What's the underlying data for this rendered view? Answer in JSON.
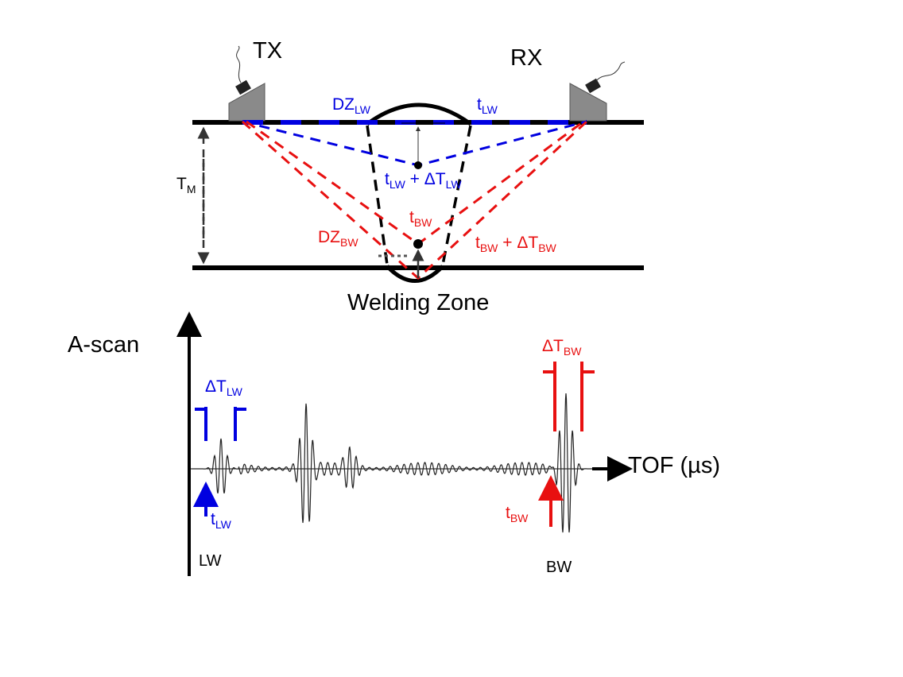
{
  "colors": {
    "blue": "#0000e0",
    "red": "#e81010",
    "black": "#000000",
    "gray": "#808080"
  },
  "top": {
    "tx": "TX",
    "rx": "RX",
    "dz_lw": {
      "main": "DZ",
      "sub": "LW"
    },
    "t_lw": {
      "main": "t",
      "sub": "LW"
    },
    "t_lw_dt": {
      "t": "t",
      "tsub": "LW",
      "plus": " + ΔT",
      "dsub": "LW"
    },
    "t_bw": {
      "main": "t",
      "sub": "BW"
    },
    "dz_bw": {
      "main": "DZ",
      "sub": "BW"
    },
    "t_bw_dt": {
      "t": "t",
      "tsub": "BW",
      "plus": " + ΔT",
      "dsub": "BW"
    },
    "tm": {
      "main": "T",
      "sub": "M"
    },
    "welding_zone": "Welding Zone"
  },
  "ascan": {
    "title": "A-scan",
    "axis": "TOF (µs)",
    "dt_lw": {
      "main": "ΔT",
      "sub": "LW"
    },
    "t_lw": {
      "main": "t",
      "sub": "LW"
    },
    "lw": "LW",
    "dt_bw": {
      "main": "ΔT",
      "sub": "BW"
    },
    "t_bw": {
      "main": "t",
      "sub": "BW"
    },
    "bw": "BW"
  }
}
